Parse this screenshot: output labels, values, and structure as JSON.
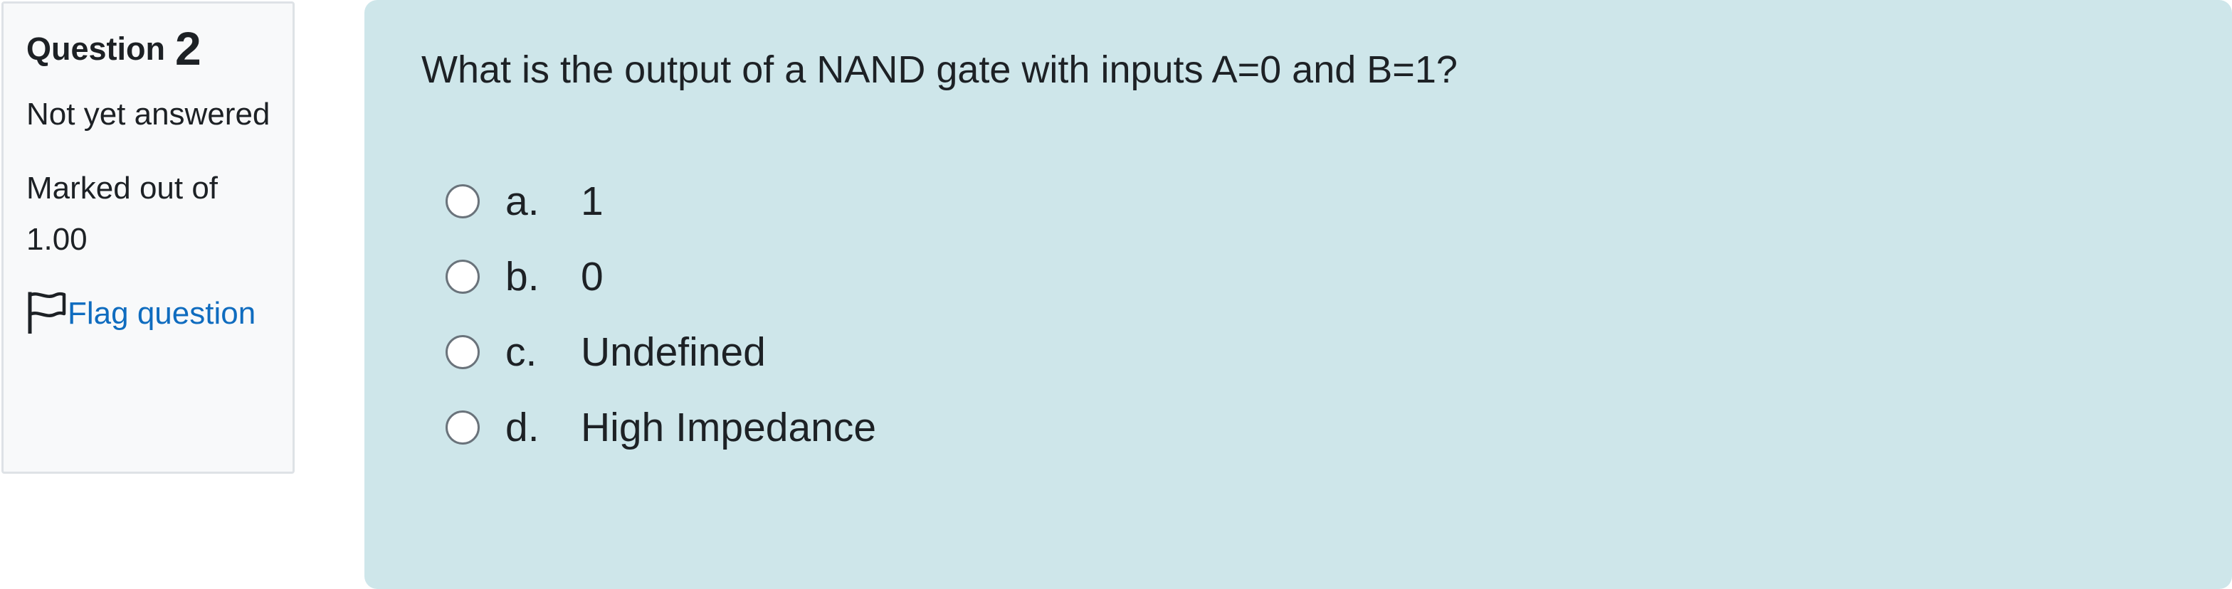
{
  "info": {
    "question_label": "Question",
    "question_number": "2",
    "state": "Not yet answered",
    "grade": "Marked out of 1.00",
    "flag_label": "Flag question"
  },
  "question": {
    "text": "What is the output of a NAND gate with inputs A=0 and B=1?",
    "answers": [
      {
        "letter": "a.",
        "text": "1"
      },
      {
        "letter": "b.",
        "text": "0"
      },
      {
        "letter": "c.",
        "text": "Undefined"
      },
      {
        "letter": "d.",
        "text": "High Impedance"
      }
    ]
  },
  "colors": {
    "content_bg": "#cee6ea",
    "info_bg": "#f8f9fa",
    "link": "#0f6cbf"
  },
  "icons": {
    "flag": "flag-icon"
  }
}
